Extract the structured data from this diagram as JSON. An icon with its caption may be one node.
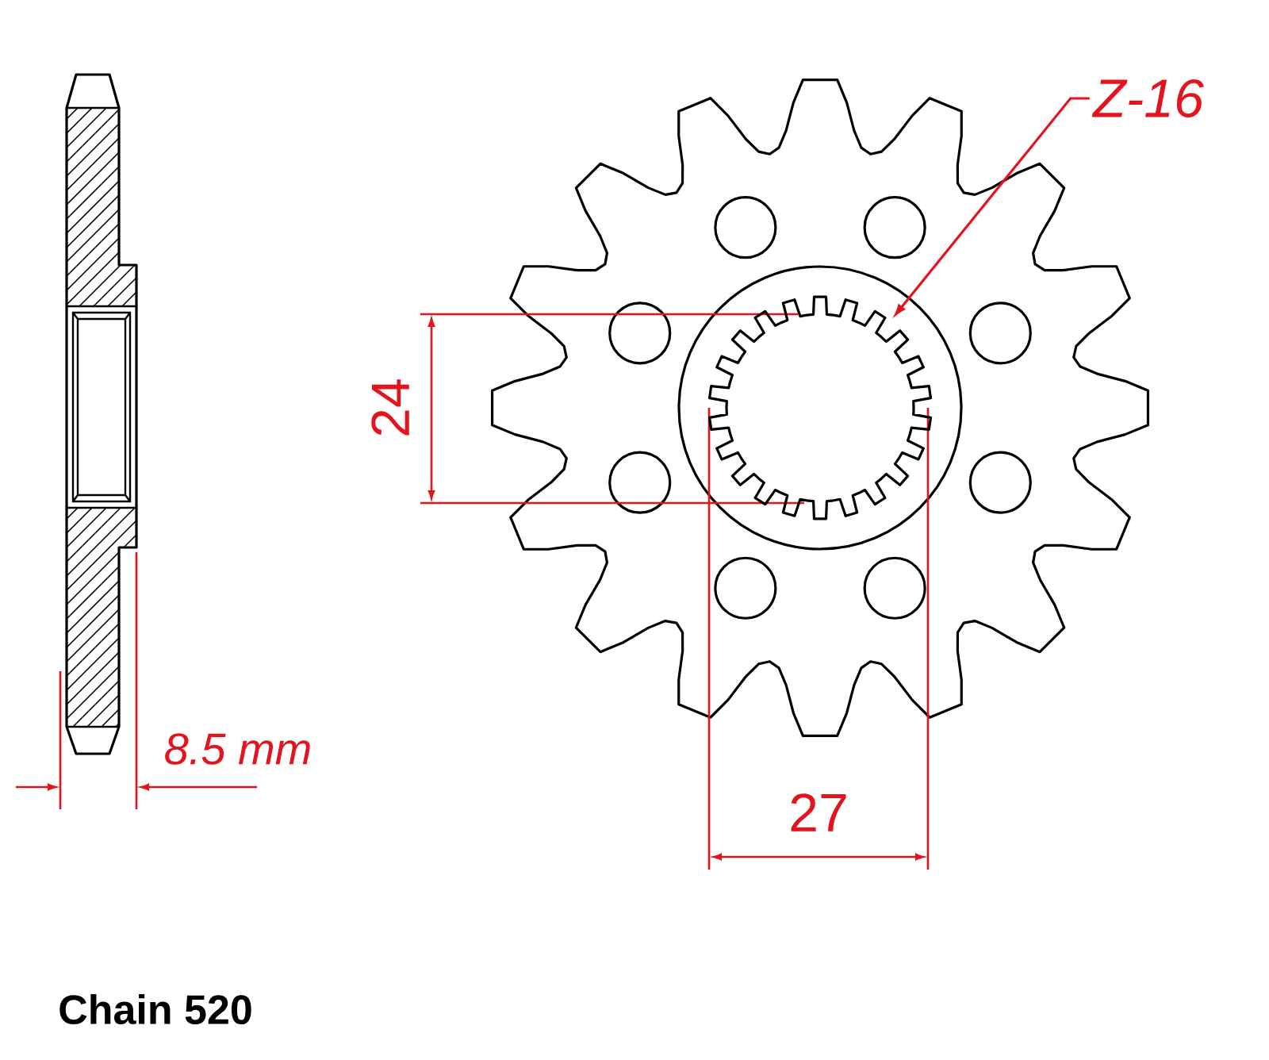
{
  "diagram": {
    "nodes": [
      {
        "text": [
          "Z-16"
        ]
      },
      {
        "text": [],
        "shape": "picture"
      }
    ],
    "edges": [
      {
        "from": 0,
        "to": 1,
        "arrow": "to"
      }
    ],
    "labels": [
      "24",
      "27",
      "8.5 mm",
      "Chain 520"
    ]
  }
}
